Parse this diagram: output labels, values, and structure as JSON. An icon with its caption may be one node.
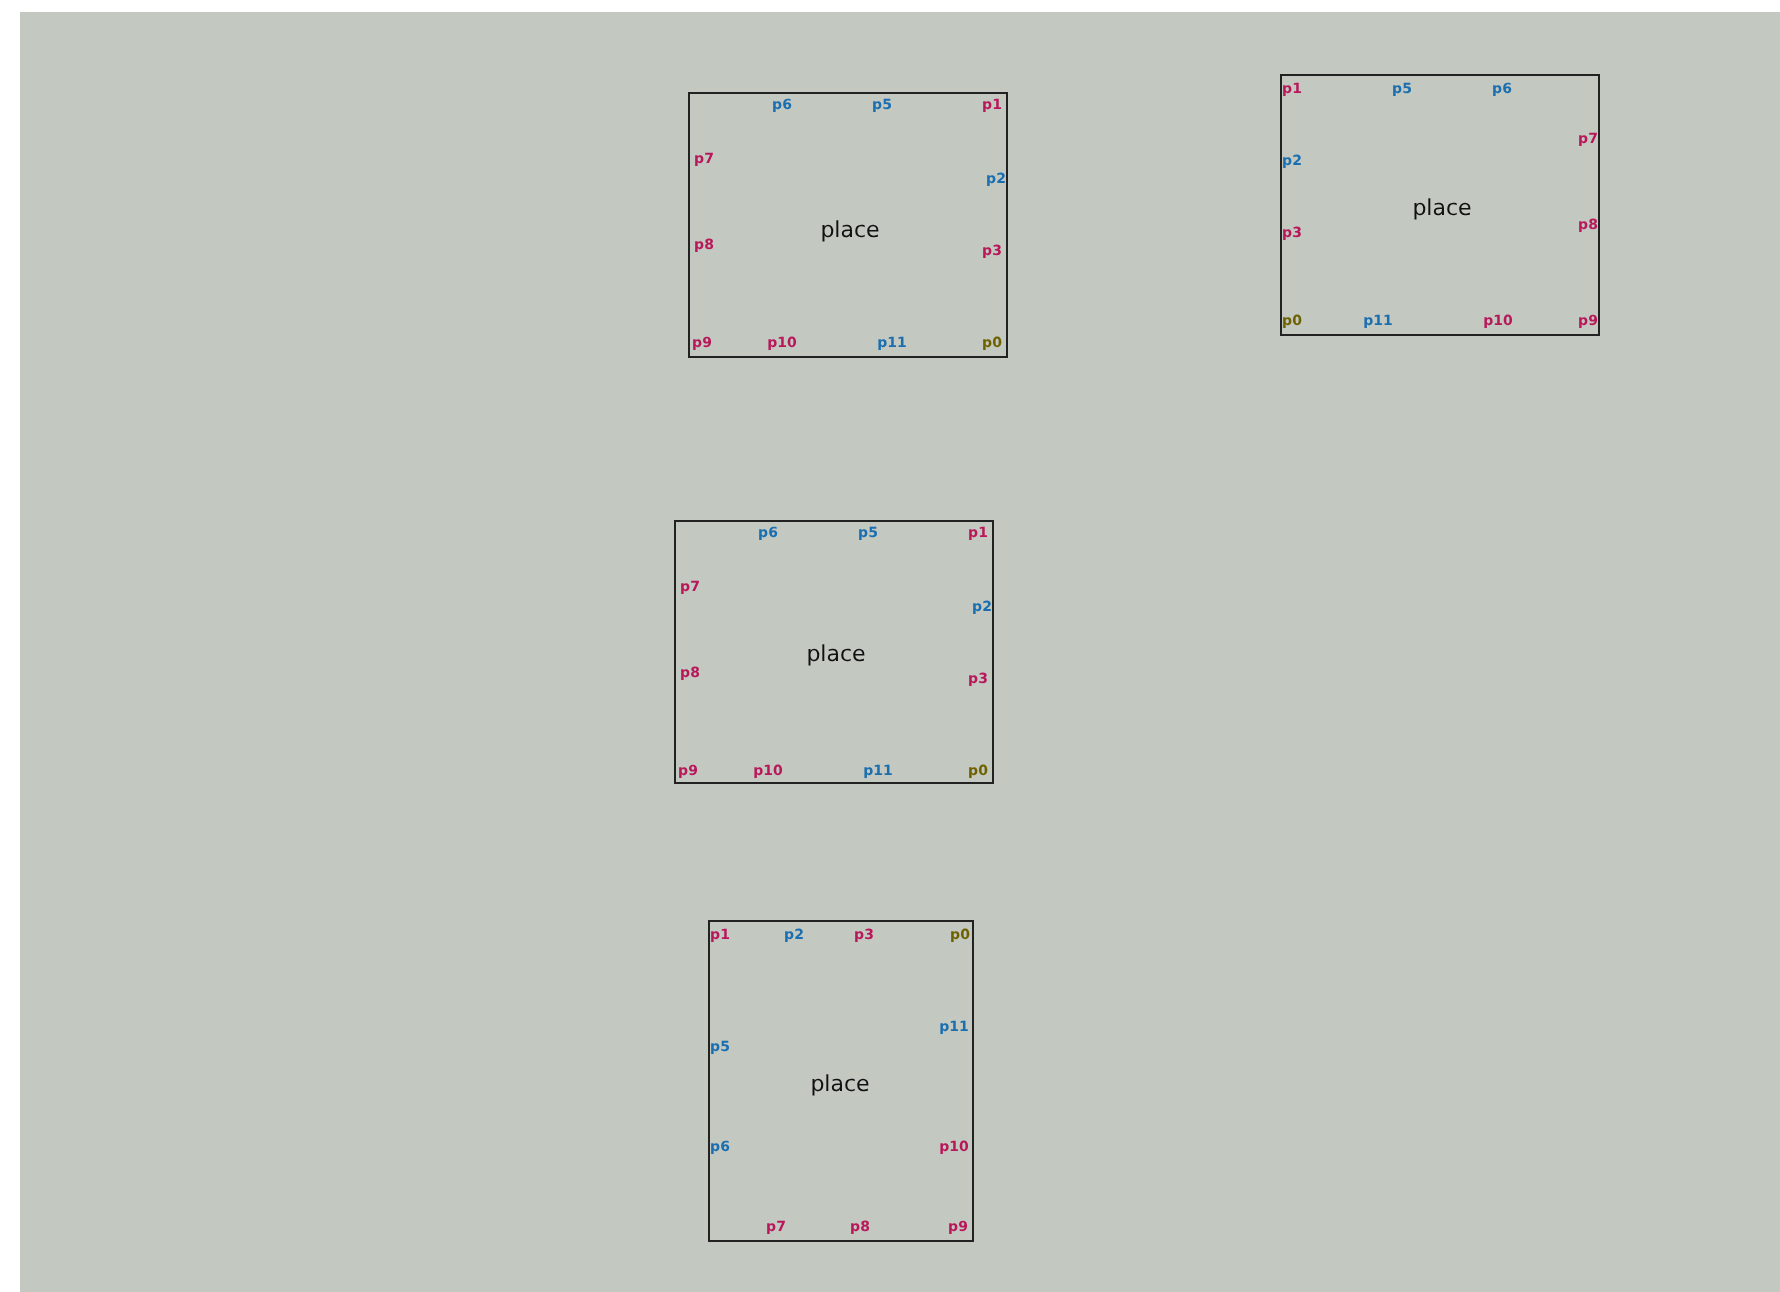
{
  "diagram": {
    "nodes": [
      {
        "text": [
          "place",
          "p6",
          "p5",
          "p1",
          "p7",
          "p2",
          "p8",
          "p3",
          "p9",
          "p10",
          "p11",
          "p0"
        ]
      },
      {
        "text": [
          "place",
          "p1",
          "p5",
          "p6",
          "p7",
          "p2",
          "p8",
          "p3",
          "p0",
          "p11",
          "p10",
          "p9"
        ]
      },
      {
        "text": [
          "place",
          "p6",
          "p5",
          "p1",
          "p7",
          "p2",
          "p8",
          "p3",
          "p9",
          "p10",
          "p11",
          "p0"
        ]
      },
      {
        "text": [
          "place",
          "p1",
          "p2",
          "p3",
          "p0",
          "p11",
          "p5",
          "p6",
          "p10",
          "p7",
          "p8",
          "p9"
        ]
      }
    ]
  }
}
